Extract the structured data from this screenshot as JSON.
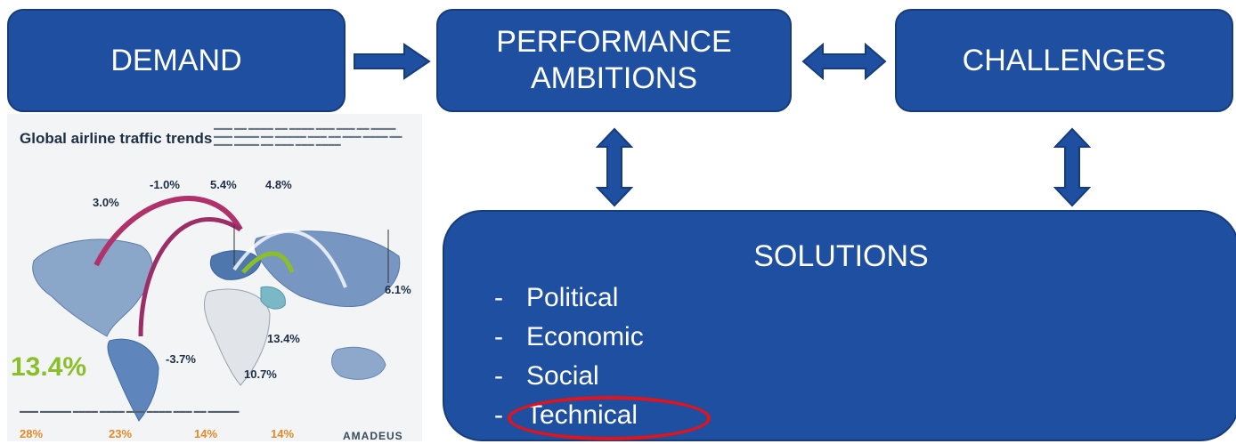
{
  "boxes": {
    "demand": "DEMAND",
    "performance_line1": "PERFORMANCE",
    "performance_line2": "AMBITIONS",
    "challenges": "CHALLENGES"
  },
  "solutions": {
    "title": "SOLUTIONS",
    "items": [
      "Political",
      "Economic",
      "Social",
      "Technical"
    ],
    "bullet": "-",
    "highlight_color": "#e3131b"
  },
  "infographic": {
    "title": "Global airline traffic trends",
    "stats": [
      "-1.0%",
      "5.4%",
      "4.8%",
      "3.0%",
      "6.1%",
      "13.4%",
      "-3.7%",
      "10.7%"
    ],
    "highlight": "13.4%",
    "brand": "AMADEUS",
    "footer_stats": [
      "28%",
      "23%",
      "14%",
      "14%"
    ]
  },
  "colors": {
    "box_fill": "#1f4fa0",
    "box_border": "#163c7a",
    "text": "#ffffff"
  }
}
